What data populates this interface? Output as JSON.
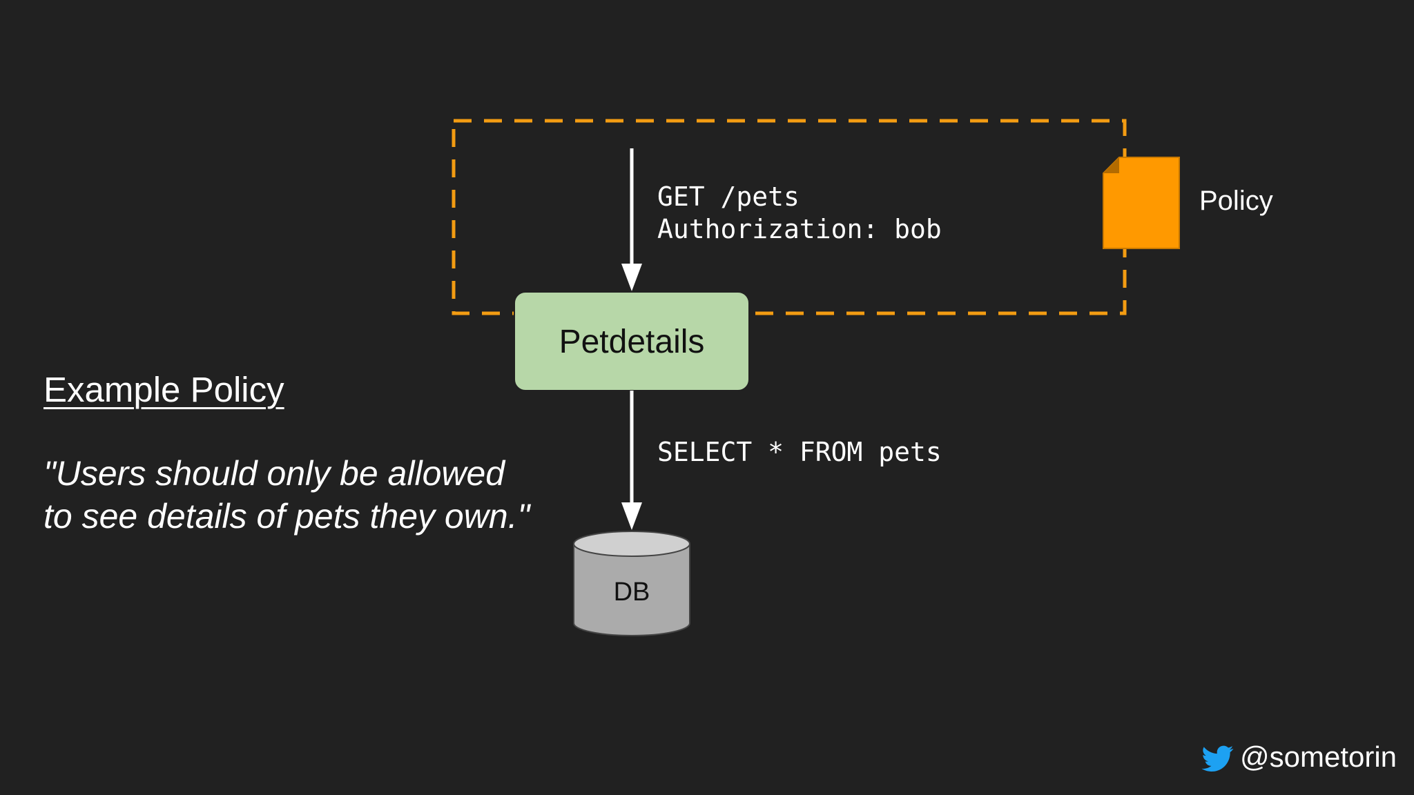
{
  "diagram": {
    "request_line1": "GET /pets",
    "request_line2": "Authorization: bob",
    "service_label": "Petdetails",
    "query_label": "SELECT * FROM pets",
    "db_label": "DB",
    "policy_label": "Policy"
  },
  "left_panel": {
    "heading": "Example Policy",
    "quote": "\"Users should only be allowed to see details of pets they own.\""
  },
  "footer": {
    "handle": "@sometorin",
    "icon": "twitter-bird-icon"
  },
  "colors": {
    "background": "#212121",
    "dashed_border": "#F39C12",
    "service_box": "#B7D7A8",
    "policy_doc": "#FF9900",
    "db": "#B0B0B0",
    "twitter": "#1DA1F2"
  }
}
